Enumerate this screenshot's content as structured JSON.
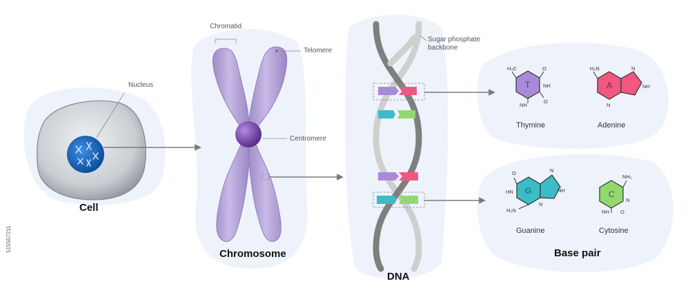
{
  "labels": {
    "nucleus": "Nucleus",
    "cell": "Cell",
    "chromatid": "Chromatid",
    "telomere": "Telomere",
    "centromere": "Centromere",
    "chromosome": "Chromosome",
    "sugar_phosphate": "Sugar phosphate",
    "backbone": "backbone",
    "dna": "DNA",
    "base_pair": "Base pair"
  },
  "bases": {
    "thymine": {
      "name": "Thymine",
      "letter": "T",
      "color": "#a98ad8",
      "atoms": [
        "H₃C",
        "O",
        "NH",
        "NH",
        "O"
      ]
    },
    "adenine": {
      "name": "Adenine",
      "letter": "A",
      "color": "#f0587f",
      "atoms": [
        "H₂N",
        "N",
        "NH",
        "N"
      ]
    },
    "guanine": {
      "name": "Guanine",
      "letter": "G",
      "color": "#3bbcc6",
      "atoms": [
        "O",
        "N",
        "HN",
        "NH",
        "H₂N",
        "N"
      ]
    },
    "cytosine": {
      "name": "Cytosine",
      "letter": "C",
      "color": "#93d86f",
      "atoms": [
        "NH₂",
        "N",
        "NH",
        "O"
      ]
    }
  },
  "stock_id": "515567211",
  "colors": {
    "halo": "#eef3fb",
    "chromosome": "#b9a7d8",
    "centromere": "#7d4fb0",
    "nucleus": "#1f6fc4",
    "dna_dark": "#7f7f7f",
    "dna_light": "#cfcfcf",
    "arrow": "#7a7a7a"
  }
}
